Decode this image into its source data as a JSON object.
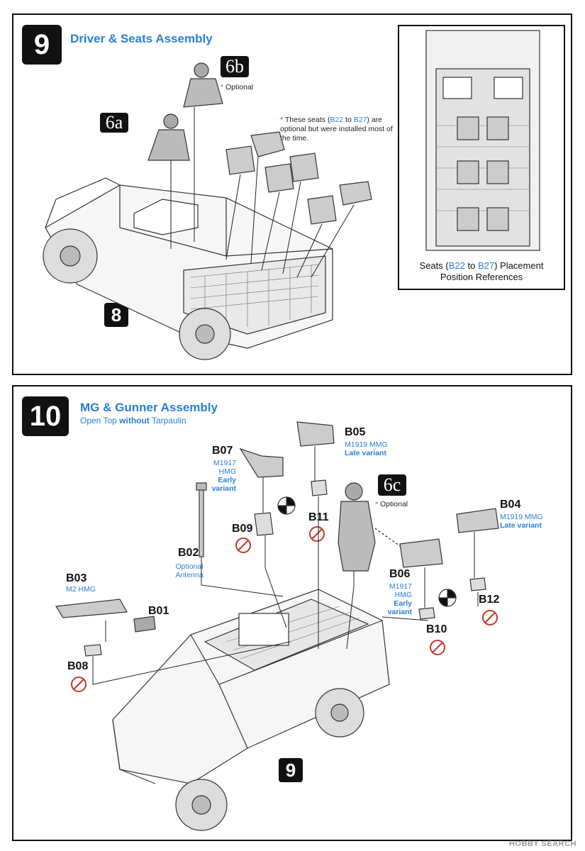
{
  "step9": {
    "number": "9",
    "title": "Driver & Seats Assembly",
    "tag_6b": "6b",
    "tag_6b_note": "Optional",
    "tag_6a": "6a",
    "seat_note_prefix": "These seats (",
    "seat_note_b22": "B22",
    "seat_note_to": " to ",
    "seat_note_b27": "B27",
    "seat_note_suffix": ") are optional but were installed most of the time.",
    "ref_step": "8",
    "inset_caption_pre": "Seats (",
    "inset_caption_b22": "B22",
    "inset_caption_to": " to ",
    "inset_caption_b27": "B27",
    "inset_caption_post": ") Placement",
    "inset_caption_line2": "Position References"
  },
  "step10": {
    "number": "10",
    "title": "MG & Gunner Assembly",
    "subtitle_pre": "Open Top ",
    "subtitle_bold": "without",
    "subtitle_post": " Tarpaulin",
    "tag_6c": "6c",
    "tag_6c_note": "Optional",
    "ref_step": "9",
    "parts": {
      "b05": {
        "id": "B05",
        "desc1": "M1919 MMG",
        "desc2": "Late variant"
      },
      "b07": {
        "id": "B07",
        "desc1": "M1917 HMG",
        "desc2": "Early variant"
      },
      "b11": {
        "id": "B11"
      },
      "b09": {
        "id": "B09"
      },
      "b02": {
        "id": "B02",
        "mark": "*",
        "desc1": "Optional",
        "desc2": "Antenna"
      },
      "b04": {
        "id": "B04",
        "desc1": "M1919 MMG",
        "desc2": "Late variant"
      },
      "b06": {
        "id": "B06",
        "desc1": "M1917 HMG",
        "desc2": "Early variant"
      },
      "b12": {
        "id": "B12"
      },
      "b10": {
        "id": "B10"
      },
      "b03": {
        "id": "B03",
        "desc1": "M2 HMG"
      },
      "b01": {
        "id": "B01"
      },
      "b08": {
        "id": "B08"
      }
    }
  },
  "watermark": "HOBBY SEARCH",
  "colors": {
    "accent": "#2a7fd4",
    "no_glue": "#c0392b"
  }
}
